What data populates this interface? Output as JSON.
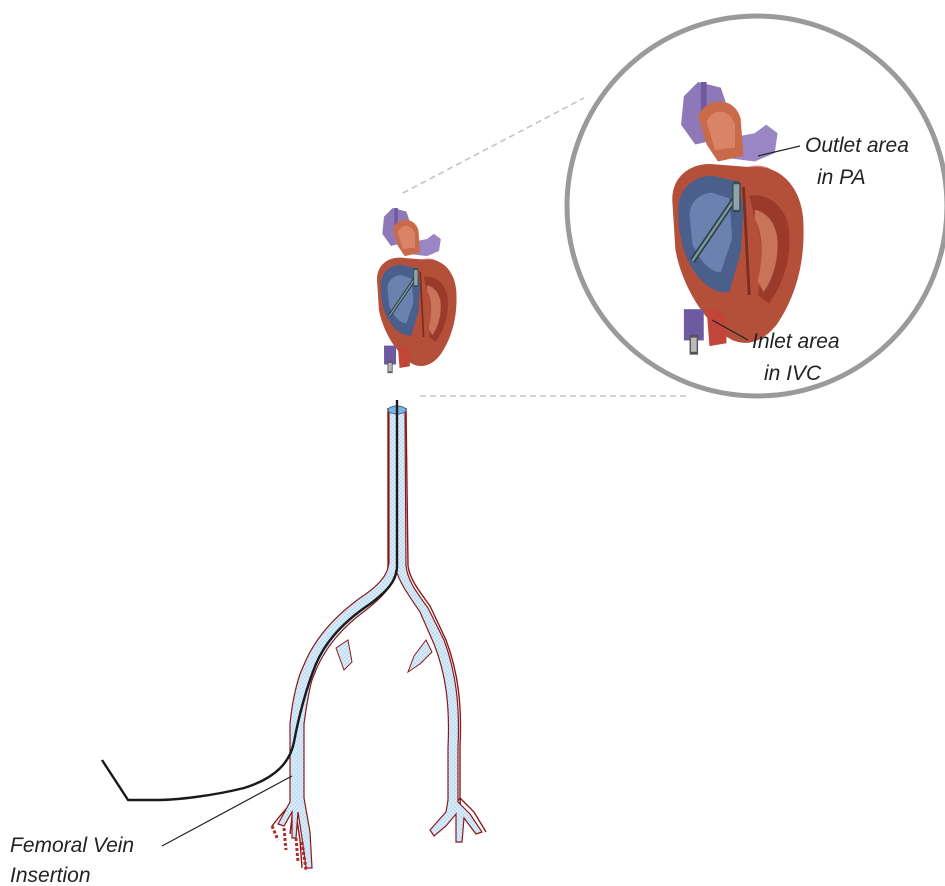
{
  "labels": {
    "outlet_line1": "Outlet area",
    "outlet_line2": "in PA",
    "inlet_line1": "Inlet area",
    "inlet_line2": "in IVC",
    "femoral_line1": "Femoral Vein",
    "femoral_line2": "Insertion"
  },
  "colors": {
    "vessel_fill": "#cfe6f6",
    "vessel_outline": "#8a1a1a",
    "catheter": "#1a1a1a",
    "magnifier_ring": "#9a9a9a",
    "heart_muscle": "#b4503a",
    "heart_chamber": "#4a5f8c",
    "vessel_purple": "#8f78b8",
    "aorta": "#c96a4a"
  }
}
